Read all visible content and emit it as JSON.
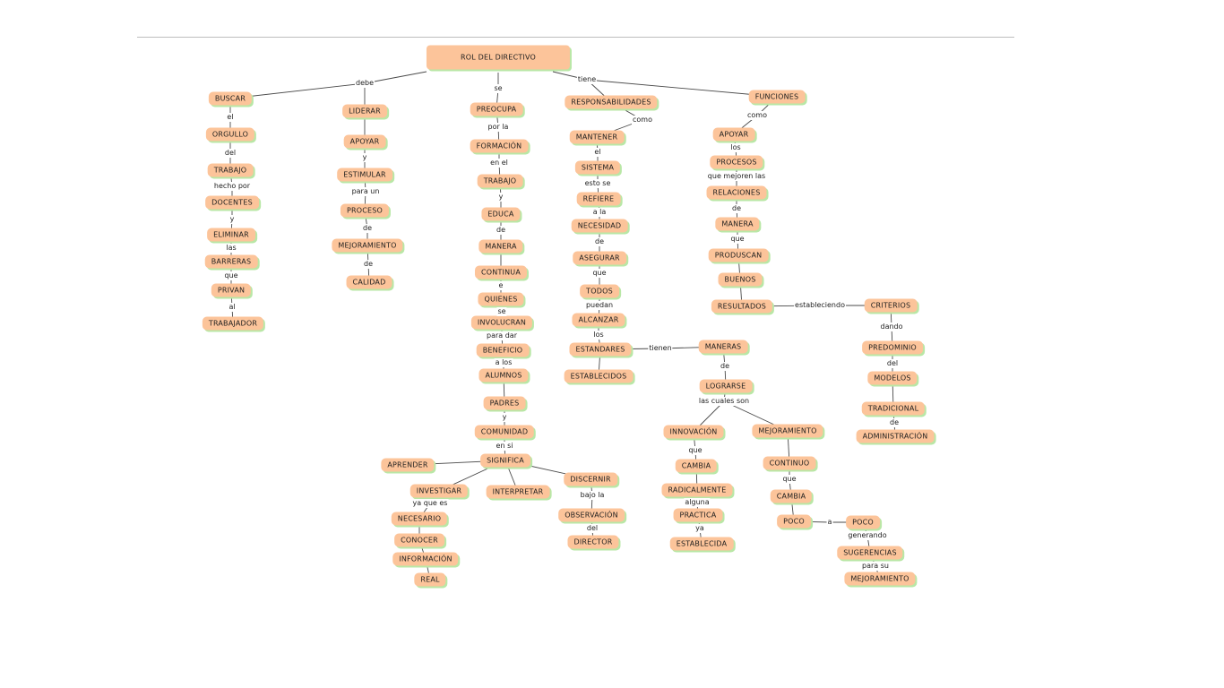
{
  "nodes": [
    {
      "id": "root",
      "text": "ROL DEL DIRECTIVO"
    },
    {
      "id": "buscar",
      "text": "BUSCAR"
    },
    {
      "id": "orgullo",
      "text": "ORGULLO"
    },
    {
      "id": "trabajo1",
      "text": "TRABAJO"
    },
    {
      "id": "docentes",
      "text": "DOCENTES"
    },
    {
      "id": "eliminar",
      "text": "ELIMINAR"
    },
    {
      "id": "barreras",
      "text": "BARRERAS"
    },
    {
      "id": "privan",
      "text": "PRIVAN"
    },
    {
      "id": "trabajador",
      "text": "TRABAJADOR"
    },
    {
      "id": "liderar",
      "text": "LIDERAR"
    },
    {
      "id": "apoyar1",
      "text": "APOYAR"
    },
    {
      "id": "estimular",
      "text": "ESTIMULAR"
    },
    {
      "id": "proceso",
      "text": "PROCESO"
    },
    {
      "id": "mejoramiento1",
      "text": "MEJORAMIENTO"
    },
    {
      "id": "calidad",
      "text": "CALIDAD"
    },
    {
      "id": "preocupa",
      "text": "PREOCUPA"
    },
    {
      "id": "formacion",
      "text": "FORMACIÓN"
    },
    {
      "id": "trabajo2",
      "text": "TRABAJO"
    },
    {
      "id": "educa",
      "text": "EDUCA"
    },
    {
      "id": "manera1",
      "text": "MANERA"
    },
    {
      "id": "continua",
      "text": "CONTINUA"
    },
    {
      "id": "quienes",
      "text": "QUIENES"
    },
    {
      "id": "involucran",
      "text": "INVOLUCRAN"
    },
    {
      "id": "beneficio",
      "text": "BENEFICIO"
    },
    {
      "id": "alumnos",
      "text": "ALUMNOS"
    },
    {
      "id": "padres",
      "text": "PADRES"
    },
    {
      "id": "comunidad",
      "text": "COMUNIDAD"
    },
    {
      "id": "significa",
      "text": "SIGNIFICA"
    },
    {
      "id": "aprender",
      "text": "APRENDER"
    },
    {
      "id": "investigar",
      "text": "INVESTIGAR"
    },
    {
      "id": "interpretar",
      "text": "INTERPRETAR"
    },
    {
      "id": "discernir",
      "text": "DISCERNIR"
    },
    {
      "id": "necesario",
      "text": "NECESARIO"
    },
    {
      "id": "conocer",
      "text": "CONOCER"
    },
    {
      "id": "informacion",
      "text": "INFORMACIÓN"
    },
    {
      "id": "real",
      "text": "REAL"
    },
    {
      "id": "observacion",
      "text": "OBSERVACIÓN"
    },
    {
      "id": "director",
      "text": "DIRECTOR"
    },
    {
      "id": "responsabilidades",
      "text": "RESPONSABILIDADES"
    },
    {
      "id": "mantener",
      "text": "MANTENER"
    },
    {
      "id": "sistema",
      "text": "SISTEMA"
    },
    {
      "id": "refiere",
      "text": "REFIERE"
    },
    {
      "id": "necesidad",
      "text": "NECESIDAD"
    },
    {
      "id": "asegurar",
      "text": "ASEGURAR"
    },
    {
      "id": "todos",
      "text": "TODOS"
    },
    {
      "id": "alcanzar",
      "text": "ALCANZAR"
    },
    {
      "id": "estandares",
      "text": "ESTANDARES"
    },
    {
      "id": "establecidos",
      "text": "ESTABLECIDOS"
    },
    {
      "id": "maneras",
      "text": "MANERAS"
    },
    {
      "id": "lograrse",
      "text": "LOGRARSE"
    },
    {
      "id": "innovacion",
      "text": "INNOVACIÓN"
    },
    {
      "id": "cambia1",
      "text": "CAMBIA"
    },
    {
      "id": "radicalmente",
      "text": "RADICALMENTE"
    },
    {
      "id": "practica",
      "text": "PRACTICA"
    },
    {
      "id": "establecida",
      "text": "ESTABLECIDA"
    },
    {
      "id": "mejoramiento2",
      "text": "MEJORAMIENTO"
    },
    {
      "id": "continuo",
      "text": "CONTINUO"
    },
    {
      "id": "cambia2",
      "text": "CAMBIA"
    },
    {
      "id": "poco1",
      "text": "POCO"
    },
    {
      "id": "poco2",
      "text": "POCO"
    },
    {
      "id": "sugerencias",
      "text": "SUGERENCIAS"
    },
    {
      "id": "mejoramiento3",
      "text": "MEJORAMIENTO"
    },
    {
      "id": "funciones",
      "text": "FUNCIONES"
    },
    {
      "id": "apoyar2",
      "text": "APOYAR"
    },
    {
      "id": "procesos",
      "text": "PROCESOS"
    },
    {
      "id": "relaciones",
      "text": "RELACIONES"
    },
    {
      "id": "manera2",
      "text": "MANERA"
    },
    {
      "id": "produscan",
      "text": "PRODUSCAN"
    },
    {
      "id": "buenos",
      "text": "BUENOS"
    },
    {
      "id": "resultados",
      "text": "RESULTADOS"
    },
    {
      "id": "criterios",
      "text": "CRITERIOS"
    },
    {
      "id": "predominio",
      "text": "PREDOMINIO"
    },
    {
      "id": "modelos",
      "text": "MODELOS"
    },
    {
      "id": "tradicional",
      "text": "TRADICIONAL"
    },
    {
      "id": "administracion",
      "text": "ADMINISTRACIÓN"
    }
  ],
  "links": [
    {
      "id": "debe",
      "text": "debe"
    },
    {
      "id": "se1",
      "text": "se"
    },
    {
      "id": "tiene",
      "text": "tiene"
    },
    {
      "id": "el1",
      "text": "el"
    },
    {
      "id": "del1",
      "text": "del"
    },
    {
      "id": "hecho_por",
      "text": "hecho por"
    },
    {
      "id": "y1",
      "text": "y"
    },
    {
      "id": "las",
      "text": "las"
    },
    {
      "id": "que1",
      "text": "que"
    },
    {
      "id": "al",
      "text": "al"
    },
    {
      "id": "y2",
      "text": "y"
    },
    {
      "id": "para_un",
      "text": "para un"
    },
    {
      "id": "de1",
      "text": "de"
    },
    {
      "id": "de2",
      "text": "de"
    },
    {
      "id": "por_la",
      "text": "por la"
    },
    {
      "id": "en_el",
      "text": "en el"
    },
    {
      "id": "y3",
      "text": "y"
    },
    {
      "id": "de3",
      "text": "de"
    },
    {
      "id": "e",
      "text": "e"
    },
    {
      "id": "se2",
      "text": "se"
    },
    {
      "id": "para_dar",
      "text": "para dar"
    },
    {
      "id": "a_los",
      "text": "a los"
    },
    {
      "id": "y4",
      "text": "y"
    },
    {
      "id": "en_si",
      "text": "en si"
    },
    {
      "id": "ya_que_es",
      "text": "ya que es"
    },
    {
      "id": "bajo_la",
      "text": "bajo la"
    },
    {
      "id": "del2",
      "text": "del"
    },
    {
      "id": "como1",
      "text": "como"
    },
    {
      "id": "el2",
      "text": "el"
    },
    {
      "id": "esto_se",
      "text": "esto se"
    },
    {
      "id": "a_la",
      "text": "a la"
    },
    {
      "id": "de4",
      "text": "de"
    },
    {
      "id": "que2",
      "text": "que"
    },
    {
      "id": "puedan",
      "text": "puedan"
    },
    {
      "id": "los1",
      "text": "los"
    },
    {
      "id": "tienen",
      "text": "tienen"
    },
    {
      "id": "de5",
      "text": "de"
    },
    {
      "id": "las_cuales_son",
      "text": "las cuales son"
    },
    {
      "id": "que3",
      "text": "que"
    },
    {
      "id": "alguna",
      "text": "alguna"
    },
    {
      "id": "ya",
      "text": "ya"
    },
    {
      "id": "que4",
      "text": "que"
    },
    {
      "id": "a",
      "text": "a"
    },
    {
      "id": "generando",
      "text": "generando"
    },
    {
      "id": "para_su",
      "text": "para su"
    },
    {
      "id": "como2",
      "text": "como"
    },
    {
      "id": "los2",
      "text": "los"
    },
    {
      "id": "que_mejoren_las",
      "text": "que mejoren las"
    },
    {
      "id": "de6",
      "text": "de"
    },
    {
      "id": "que5",
      "text": "que"
    },
    {
      "id": "estableciendo",
      "text": "estableciendo"
    },
    {
      "id": "dando",
      "text": "dando"
    },
    {
      "id": "del3",
      "text": "del"
    },
    {
      "id": "de7",
      "text": "de"
    }
  ]
}
